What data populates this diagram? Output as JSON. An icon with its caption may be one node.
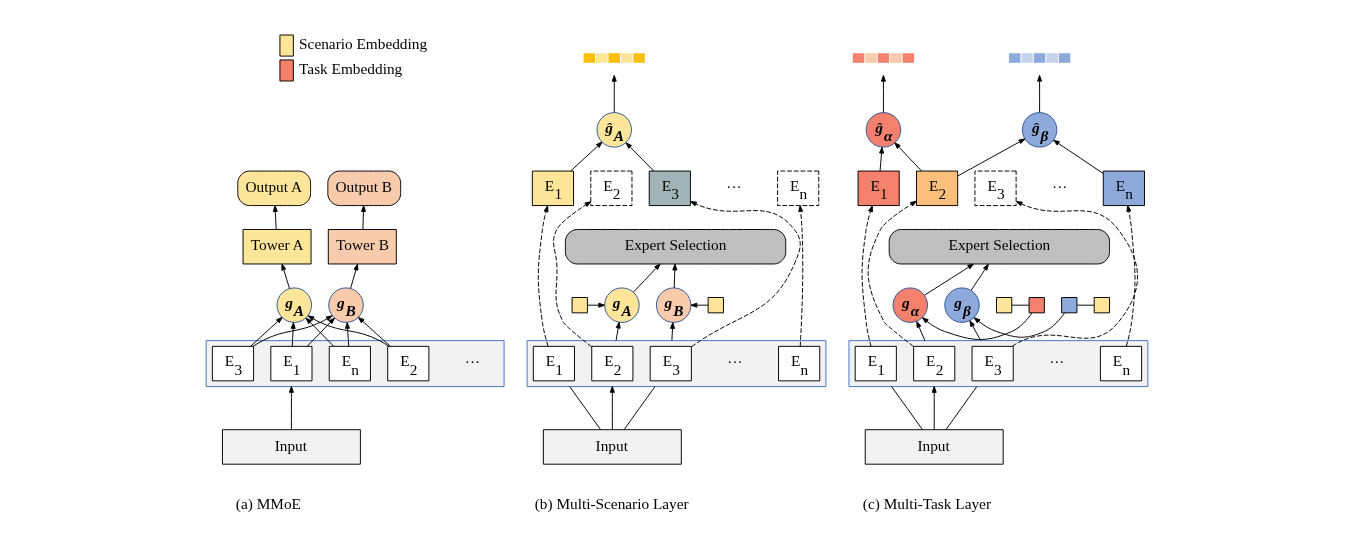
{
  "diagram": {
    "nodes": [
      {
        "text": [
          "Output A"
        ]
      },
      {
        "text": [
          "Output B"
        ]
      },
      {
        "text": [
          "Tower A"
        ]
      },
      {
        "text": [
          "Tower B"
        ]
      },
      {
        "text": [
          "g$_{A}$"
        ]
      },
      {
        "text": [
          "g$_{B}$"
        ]
      },
      {
        "text": [],
        "shape": "box"
      },
      {
        "text": [
          "E$_{1}$"
        ],
        "in": 6
      },
      {
        "text": [
          "E$_{2}$"
        ],
        "in": 6
      },
      {
        "text": [
          "E$_{3}$"
        ],
        "in": 6
      },
      {
        "text": [
          "E$_{n}$"
        ],
        "in": 6
      },
      {
        "text": [
          "Input"
        ]
      },
      {
        "text": [],
        "shape": "bar"
      },
      {
        "text": [
          "ĝ$_{A}$"
        ]
      },
      {
        "text": [
          "E$_{1}$"
        ]
      },
      {
        "text": [
          "E$_{2}$"
        ]
      },
      {
        "text": [
          "E$_{3}$"
        ]
      },
      {
        "text": [
          "E$_{n}$"
        ]
      },
      {
        "text": [
          "Expert Selection"
        ]
      },
      {
        "text": [],
        "shape": "box"
      },
      {
        "text": [
          "g$_{A}$"
        ]
      },
      {
        "text": [
          "g$_{B}$"
        ]
      },
      {
        "text": [],
        "shape": "box"
      },
      {
        "text": [],
        "shape": "box"
      },
      {
        "text": [
          "E$_{1}$"
        ],
        "in": 23
      },
      {
        "text": [
          "E$_{2}$"
        ],
        "in": 23
      },
      {
        "text": [
          "E$_{3}$"
        ],
        "in": 23
      },
      {
        "text": [
          "E$_{n}$"
        ],
        "in": 23
      },
      {
        "text": [
          "Input"
        ]
      },
      {
        "text": [],
        "shape": "bar"
      },
      {
        "text": [],
        "shape": "bar"
      },
      {
        "text": [
          "ĝ$_{α}$"
        ]
      },
      {
        "text": [
          "ĝ$_{β}$"
        ]
      },
      {
        "text": [
          "E$_{1}$"
        ]
      },
      {
        "text": [
          "E$_{2}$"
        ]
      },
      {
        "text": [
          "E$_{3}$"
        ]
      },
      {
        "text": [
          "E$_{n}$"
        ]
      },
      {
        "text": [
          "Expert Selection"
        ]
      },
      {
        "text": [],
        "shape": "box"
      },
      {
        "text": [],
        "shape": "box"
      },
      {
        "text": [
          "g$_{α}$"
        ]
      },
      {
        "text": [
          "g$_{β}$"
        ]
      },
      {
        "text": [],
        "shape": "box"
      },
      {
        "text": [],
        "shape": "box"
      },
      {
        "text": [],
        "shape": "box"
      },
      {
        "text": [
          "E$_{1}$"
        ],
        "in": 44
      },
      {
        "text": [
          "E$_{2}$"
        ],
        "in": 44
      },
      {
        "text": [
          "E$_{3}$"
        ],
        "in": 44
      },
      {
        "text": [
          "E$_{n}$"
        ],
        "in": 44
      },
      {
        "text": [
          "Input"
        ]
      }
    ],
    "edges": [
      {
        "from": 2,
        "to": 0,
        "arrow": "to"
      },
      {
        "from": 3,
        "to": 1,
        "arrow": "to"
      },
      {
        "from": 4,
        "to": 2,
        "arrow": "to"
      },
      {
        "from": 5,
        "to": 3,
        "arrow": "to"
      },
      {
        "from": 7,
        "to": 4,
        "arrow": "to"
      },
      {
        "from": 8,
        "to": 4,
        "arrow": "to"
      },
      {
        "from": 9,
        "to": 4,
        "arrow": "to"
      },
      {
        "from": 10,
        "to": 4,
        "arrow": "to"
      },
      {
        "from": 7,
        "to": 5,
        "arrow": "to"
      },
      {
        "from": 8,
        "to": 5,
        "arrow": "to"
      },
      {
        "from": 9,
        "to": 5,
        "arrow": "to"
      },
      {
        "from": 10,
        "to": 5,
        "arrow": "to"
      },
      {
        "from": 11,
        "to": 6,
        "arrow": "to"
      },
      {
        "from": 13,
        "to": 12,
        "arrow": "to"
      },
      {
        "from": 14,
        "to": 13,
        "arrow": "to"
      },
      {
        "from": 16,
        "to": 13,
        "arrow": "to"
      },
      {
        "from": 24,
        "to": 14,
        "arrow": "to",
        "style": "dashed"
      },
      {
        "from": 25,
        "to": 15,
        "arrow": "to",
        "style": "dashed"
      },
      {
        "from": 26,
        "to": 16,
        "arrow": "to",
        "style": "dashed"
      },
      {
        "from": 27,
        "to": 17,
        "arrow": "to",
        "style": "dashed"
      },
      {
        "from": 19,
        "to": 20,
        "arrow": "to"
      },
      {
        "from": 22,
        "to": 21,
        "arrow": "to"
      },
      {
        "from": 23,
        "to": 20,
        "arrow": "to"
      },
      {
        "from": 23,
        "to": 21,
        "arrow": "to"
      },
      {
        "from": 20,
        "to": 18,
        "arrow": "to"
      },
      {
        "from": 21,
        "to": 18,
        "arrow": "to"
      },
      {
        "from": 28,
        "to": 23,
        "arrow": "none"
      },
      {
        "from": 28,
        "to": 23,
        "arrow": "to"
      },
      {
        "from": 28,
        "to": 23,
        "arrow": "none"
      },
      {
        "from": 31,
        "to": 29,
        "arrow": "to"
      },
      {
        "from": 32,
        "to": 30,
        "arrow": "to"
      },
      {
        "from": 33,
        "to": 31,
        "arrow": "to"
      },
      {
        "from": 34,
        "to": 31,
        "arrow": "to"
      },
      {
        "from": 34,
        "to": 32,
        "arrow": "to"
      },
      {
        "from": 36,
        "to": 32,
        "arrow": "to"
      },
      {
        "from": 45,
        "to": 33,
        "arrow": "to",
        "style": "dashed"
      },
      {
        "from": 46,
        "to": 34,
        "arrow": "to",
        "style": "dashed"
      },
      {
        "from": 47,
        "to": 35,
        "arrow": "to",
        "style": "dashed"
      },
      {
        "from": 48,
        "to": 36,
        "arrow": "to",
        "style": "dashed"
      },
      {
        "from": 38,
        "to": 39,
        "arrow": "none"
      },
      {
        "from": 39,
        "to": 40,
        "arrow": "to"
      },
      {
        "from": 43,
        "to": 42,
        "arrow": "none"
      },
      {
        "from": 42,
        "to": 41,
        "arrow": "to"
      },
      {
        "from": 44,
        "to": 40,
        "arrow": "to"
      },
      {
        "from": 44,
        "to": 41,
        "arrow": "to"
      },
      {
        "from": 40,
        "to": 37,
        "arrow": "to"
      },
      {
        "from": 41,
        "to": 37,
        "arrow": "to"
      },
      {
        "from": 49,
        "to": 44,
        "arrow": "none"
      },
      {
        "from": 49,
        "to": 44,
        "arrow": "to"
      },
      {
        "from": 49,
        "to": 44,
        "arrow": "none"
      }
    ],
    "labels": [
      "···",
      "···",
      "···",
      "···",
      "···",
      "(a) MMoE",
      "(b) Multi-Scenario Layer",
      "(c) Multi-Task Layer"
    ],
    "legend": [
      {
        "text": "Scenario Embedding",
        "color": "#fde699"
      },
      {
        "text": "Task Embedding",
        "color": "#f4806e"
      }
    ]
  }
}
